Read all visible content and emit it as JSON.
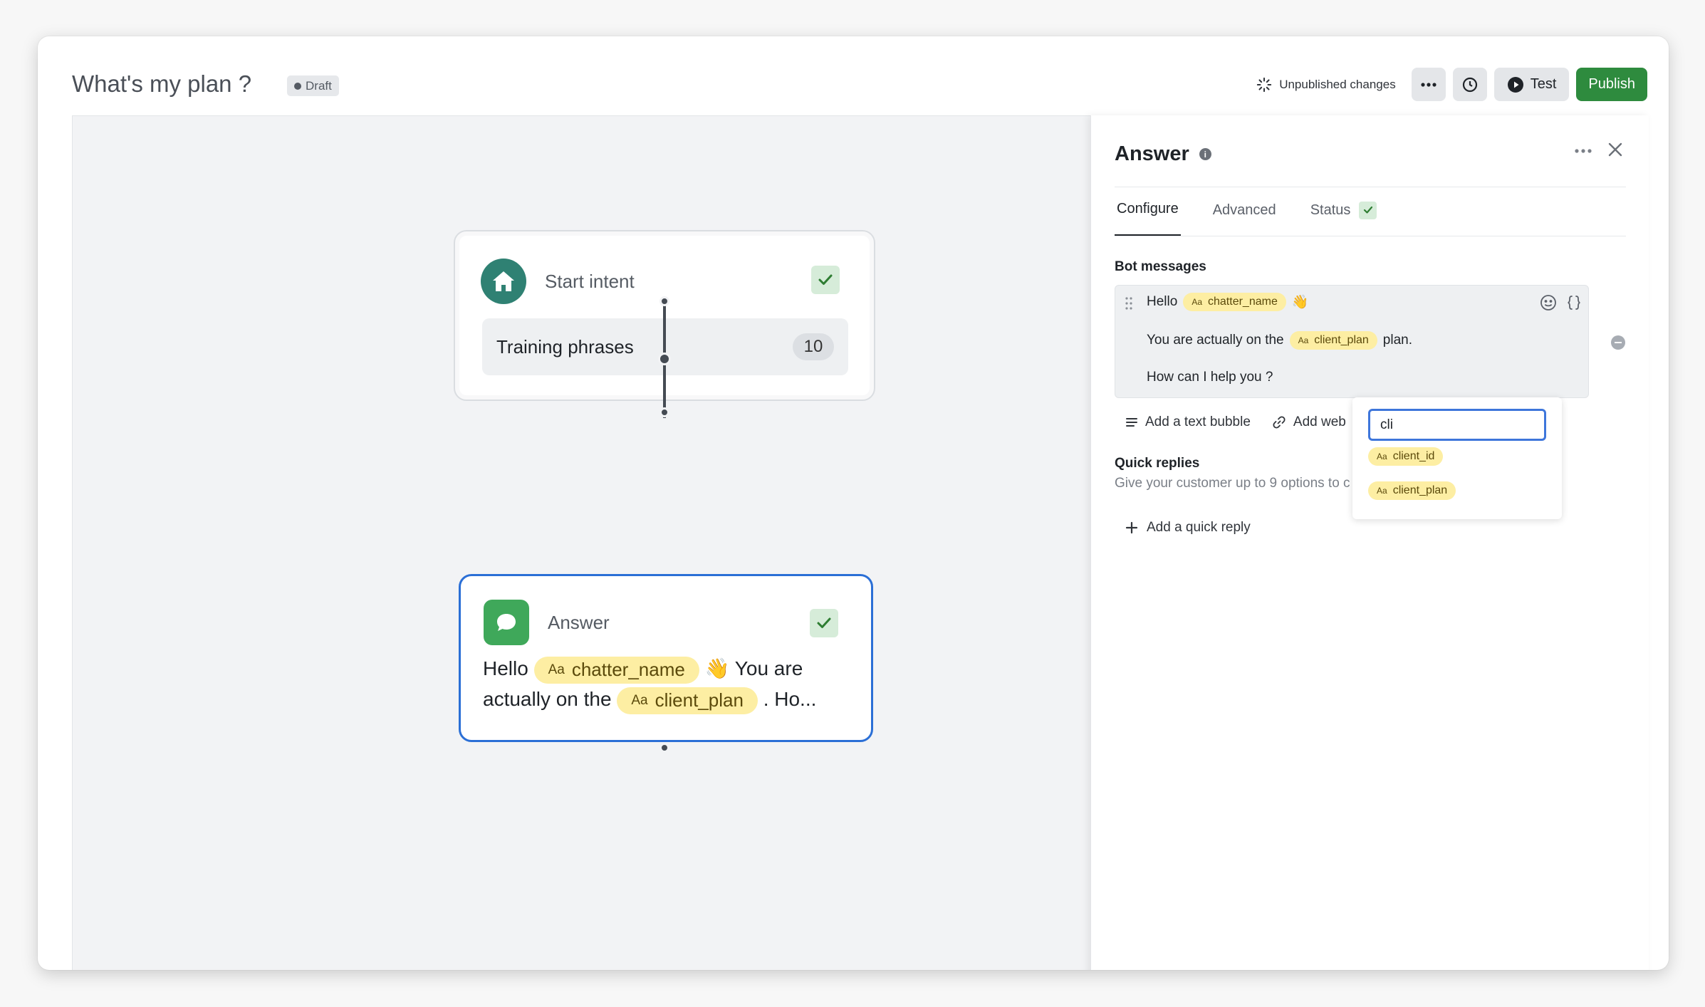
{
  "header": {
    "title": "What's my plan ?",
    "badge": "Draft",
    "status": "Unpublished changes",
    "test_label": "Test",
    "publish_label": "Publish"
  },
  "canvas": {
    "start_node": {
      "title": "Start intent",
      "training_label": "Training phrases",
      "training_count": "10"
    },
    "answer_node": {
      "title": "Answer",
      "text_1": "Hello",
      "var_1": "chatter_name",
      "emoji": "👋",
      "text_2": "You are actually on the",
      "var_2": "client_plan",
      "text_3": ". Ho...",
      "var_prefix": "Aa"
    }
  },
  "panel": {
    "title": "Answer",
    "tabs": [
      {
        "label": "Configure"
      },
      {
        "label": "Advanced"
      },
      {
        "label": "Status"
      }
    ],
    "bot_messages_label": "Bot messages",
    "message": {
      "line1_text": "Hello",
      "line1_var": "chatter_name",
      "line1_emoji": "👋",
      "line2_text_before": "You are actually on the",
      "line2_var": "client_plan",
      "line2_text_after": "plan.",
      "line3_text": "How can I help you ?"
    },
    "actions": {
      "add_text_bubble": "Add a text bubble",
      "add_web": "Add web"
    },
    "quick_replies_label": "Quick replies",
    "quick_replies_sub": "Give your customer up to 9 options to c",
    "add_quick_reply": "Add a quick reply"
  },
  "autocomplete": {
    "query": "cli",
    "options": [
      "client_id",
      "client_plan"
    ],
    "prefix": "Aa"
  },
  "colors": {
    "publish": "#2e8b3e",
    "selected_border": "#2b6fd6",
    "variable_chip": "#fdeea3",
    "check_bg": "#d6ecd9"
  }
}
